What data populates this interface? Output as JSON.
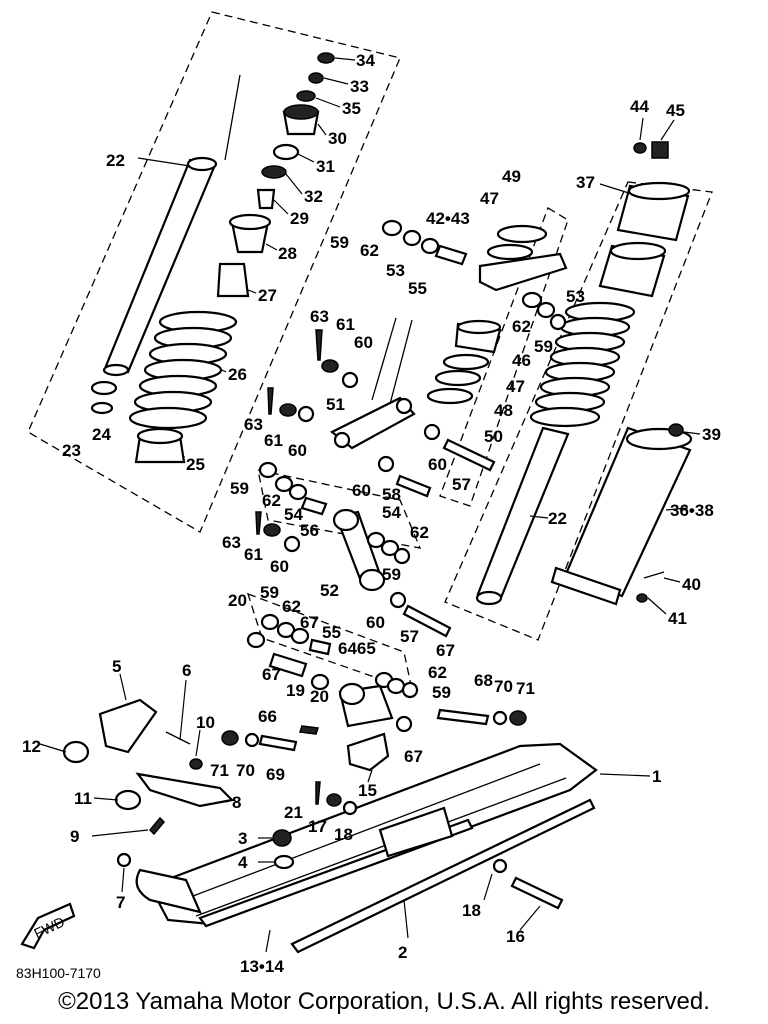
{
  "diagram_code": "83H100-7170",
  "copyright": "©2013 Yamaha Motor Corporation, U.S.A. All rights reserved.",
  "fwd_label": "FWD",
  "callouts": [
    {
      "id": "c34",
      "text": "34"
    },
    {
      "id": "c33",
      "text": "33"
    },
    {
      "id": "c35",
      "text": "35"
    },
    {
      "id": "c30",
      "text": "30"
    },
    {
      "id": "c31",
      "text": "31"
    },
    {
      "id": "c32",
      "text": "32"
    },
    {
      "id": "c29",
      "text": "29"
    },
    {
      "id": "c28",
      "text": "28"
    },
    {
      "id": "c27",
      "text": "27"
    },
    {
      "id": "c26",
      "text": "26"
    },
    {
      "id": "c25",
      "text": "25"
    },
    {
      "id": "c24",
      "text": "24"
    },
    {
      "id": "c23",
      "text": "23"
    },
    {
      "id": "c22a",
      "text": "22"
    },
    {
      "id": "c22b",
      "text": "22"
    },
    {
      "id": "c44",
      "text": "44"
    },
    {
      "id": "c45",
      "text": "45"
    },
    {
      "id": "c37",
      "text": "37"
    },
    {
      "id": "c49",
      "text": "49"
    },
    {
      "id": "c47a",
      "text": "47"
    },
    {
      "id": "c4243",
      "text": "42•43"
    },
    {
      "id": "c59a",
      "text": "59"
    },
    {
      "id": "c62a",
      "text": "62"
    },
    {
      "id": "c53a",
      "text": "53"
    },
    {
      "id": "c55a",
      "text": "55"
    },
    {
      "id": "c53b",
      "text": "53"
    },
    {
      "id": "c62b",
      "text": "62"
    },
    {
      "id": "c59b",
      "text": "59"
    },
    {
      "id": "c46",
      "text": "46"
    },
    {
      "id": "c47b",
      "text": "47"
    },
    {
      "id": "c48",
      "text": "48"
    },
    {
      "id": "c50",
      "text": "50"
    },
    {
      "id": "c63a",
      "text": "63"
    },
    {
      "id": "c61a",
      "text": "61"
    },
    {
      "id": "c60a",
      "text": "60"
    },
    {
      "id": "c51",
      "text": "51"
    },
    {
      "id": "c63b",
      "text": "63"
    },
    {
      "id": "c61b",
      "text": "61"
    },
    {
      "id": "c60b",
      "text": "60"
    },
    {
      "id": "c60c",
      "text": "60"
    },
    {
      "id": "c57a",
      "text": "57"
    },
    {
      "id": "c60d",
      "text": "60"
    },
    {
      "id": "c58",
      "text": "58"
    },
    {
      "id": "c39",
      "text": "39"
    },
    {
      "id": "c3638",
      "text": "36•38"
    },
    {
      "id": "c59c",
      "text": "59"
    },
    {
      "id": "c62c",
      "text": "62"
    },
    {
      "id": "c54a",
      "text": "54"
    },
    {
      "id": "c56",
      "text": "56"
    },
    {
      "id": "c54b",
      "text": "54"
    },
    {
      "id": "c62d",
      "text": "62"
    },
    {
      "id": "c63c",
      "text": "63"
    },
    {
      "id": "c61c",
      "text": "61"
    },
    {
      "id": "c60e",
      "text": "60"
    },
    {
      "id": "c52",
      "text": "52"
    },
    {
      "id": "c59d",
      "text": "59"
    },
    {
      "id": "c40",
      "text": "40"
    },
    {
      "id": "c41",
      "text": "41"
    },
    {
      "id": "c20a",
      "text": "20"
    },
    {
      "id": "c59e",
      "text": "59"
    },
    {
      "id": "c62e",
      "text": "62"
    },
    {
      "id": "c67a",
      "text": "67"
    },
    {
      "id": "c55b",
      "text": "55"
    },
    {
      "id": "c60f",
      "text": "60"
    },
    {
      "id": "c57b",
      "text": "57"
    },
    {
      "id": "c67b",
      "text": "67"
    },
    {
      "id": "c6465",
      "text": "6465"
    },
    {
      "id": "c62f",
      "text": "62"
    },
    {
      "id": "c59f",
      "text": "59"
    },
    {
      "id": "c68",
      "text": "68"
    },
    {
      "id": "c70a",
      "text": "70"
    },
    {
      "id": "c71a",
      "text": "71"
    },
    {
      "id": "c67c",
      "text": "67"
    },
    {
      "id": "c19",
      "text": "19"
    },
    {
      "id": "c20b",
      "text": "20"
    },
    {
      "id": "c5",
      "text": "5"
    },
    {
      "id": "c6",
      "text": "6"
    },
    {
      "id": "c10",
      "text": "10"
    },
    {
      "id": "c66",
      "text": "66"
    },
    {
      "id": "c67d",
      "text": "67"
    },
    {
      "id": "c12",
      "text": "12"
    },
    {
      "id": "c71b",
      "text": "71"
    },
    {
      "id": "c70b",
      "text": "70"
    },
    {
      "id": "c69",
      "text": "69"
    },
    {
      "id": "c1",
      "text": "1"
    },
    {
      "id": "c11",
      "text": "11"
    },
    {
      "id": "c8",
      "text": "8"
    },
    {
      "id": "c15",
      "text": "15"
    },
    {
      "id": "c21",
      "text": "21"
    },
    {
      "id": "c17",
      "text": "17"
    },
    {
      "id": "c18a",
      "text": "18"
    },
    {
      "id": "c9",
      "text": "9"
    },
    {
      "id": "c3",
      "text": "3"
    },
    {
      "id": "c4",
      "text": "4"
    },
    {
      "id": "c7",
      "text": "7"
    },
    {
      "id": "c18b",
      "text": "18"
    },
    {
      "id": "c16",
      "text": "16"
    },
    {
      "id": "c2",
      "text": "2"
    },
    {
      "id": "c1314",
      "text": "13•14"
    }
  ]
}
